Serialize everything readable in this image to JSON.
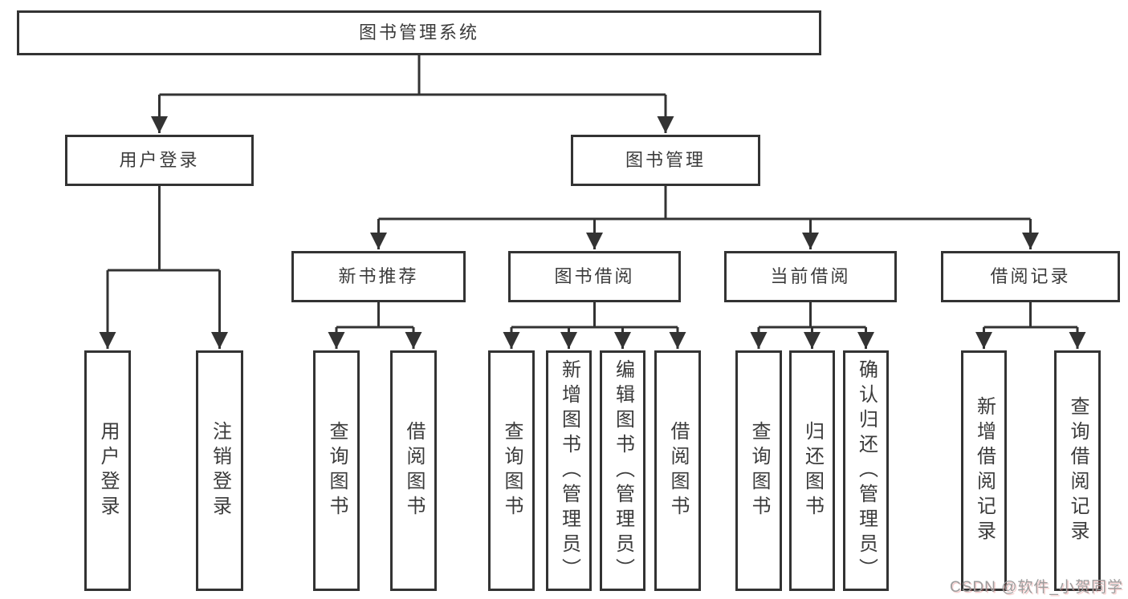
{
  "tree": {
    "label": "图书管理系统",
    "children": [
      {
        "label": "用户登录",
        "children": [
          {
            "label": "用户登录"
          },
          {
            "label": "注销登录"
          }
        ]
      },
      {
        "label": "图书管理",
        "children": [
          {
            "label": "新书推荐",
            "children": [
              {
                "label": "查询图书"
              },
              {
                "label": "借阅图书"
              }
            ]
          },
          {
            "label": "图书借阅",
            "children": [
              {
                "label": "查询图书"
              },
              {
                "label": "新增图书（管理员）"
              },
              {
                "label": "编辑图书（管理员）"
              },
              {
                "label": "借阅图书"
              }
            ]
          },
          {
            "label": "当前借阅",
            "children": [
              {
                "label": "查询图书"
              },
              {
                "label": "归还图书"
              },
              {
                "label": "确认归还（管理员）"
              }
            ]
          },
          {
            "label": "借阅记录",
            "children": [
              {
                "label": "新增借阅记录"
              },
              {
                "label": "查询借阅记录"
              }
            ]
          }
        ]
      }
    ]
  },
  "colors": {
    "line": "#333333",
    "border": "#333333",
    "text": "#3b3b3b",
    "background": "#ffffff",
    "watermark": "#9c9c9c"
  },
  "watermark": {
    "text": "CSDN @软件_小贺同学"
  }
}
